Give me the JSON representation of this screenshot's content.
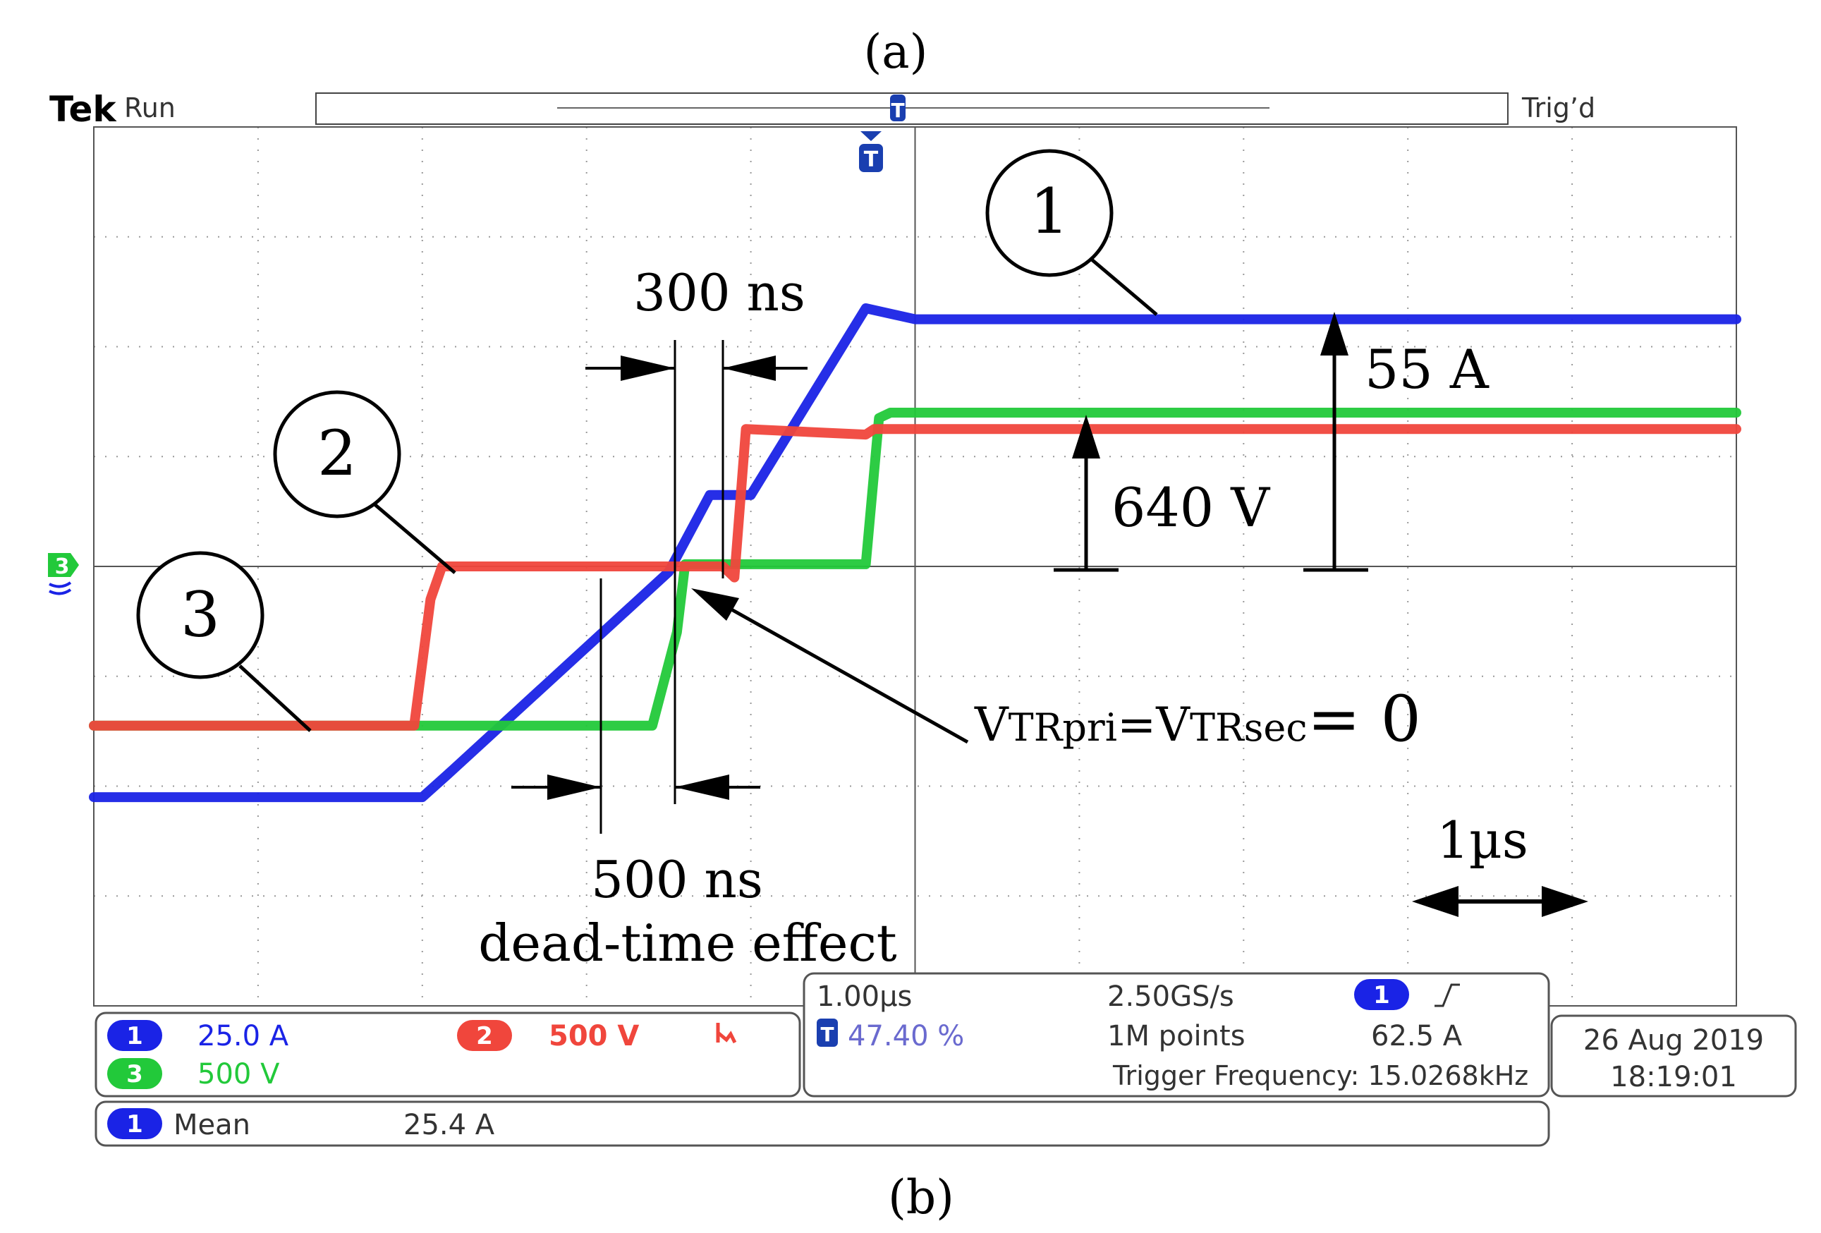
{
  "labels": {
    "top_caption": "(a)",
    "bottom_caption": "(b)"
  },
  "scope": {
    "brand": "Tek",
    "run_state": "Run",
    "trig_status": "Trig’d",
    "trigger_marker": "T",
    "ground_marker": "3",
    "channels": [
      {
        "id": "1",
        "scale": "25.0 A",
        "color": "#1a23e6"
      },
      {
        "id": "2",
        "scale": "500 V",
        "color": "#f0463c",
        "bw_icon": "bandwidth-limit-icon"
      },
      {
        "id": "3",
        "scale": "500 V",
        "color": "#22c93a"
      }
    ],
    "timebase": {
      "time_div": "1.00µs",
      "sample_rate": "2.50GS/s",
      "trigger_position": "47.40 %",
      "record_length": "1M points",
      "trigger_source": "1",
      "trigger_slope_icon": "rising-edge-icon",
      "trigger_level": "62.5 A",
      "trigger_freq": "Trigger Frequency: 15.0268kHz"
    },
    "measurement": {
      "source": "1",
      "name": "Mean",
      "value": "25.4 A"
    },
    "datetime": {
      "date": "26 Aug 2019",
      "time": "18:19:01"
    }
  },
  "annotations": {
    "circle1": "1",
    "circle2": "2",
    "circle3": "3",
    "deadtime_top": "300 ns",
    "deadtime_bottom": "500 ns",
    "deadtime_caption": "dead-time effect",
    "current_step": "55 A",
    "voltage_step": "640 V",
    "zero_label_v1": "V",
    "zero_label_s1": "TRpri",
    "zero_label_eq": "=V",
    "zero_label_s2": "TRsec",
    "zero_label_end": "= 0",
    "time_scale": "1µs"
  },
  "chart_data": {
    "type": "line",
    "x_unit": "µs",
    "xlim": [
      0,
      10
    ],
    "ylim": [
      -4,
      4
    ],
    "grid": true,
    "series": [
      {
        "channel": "1",
        "color": "#1a23e6",
        "x": [
          0,
          2,
          2.15,
          3.5,
          3.75,
          4,
          4.7,
          5,
          10
        ],
        "y": [
          -2.1,
          -2.1,
          -1.9,
          -0.05,
          0.65,
          0.65,
          2.35,
          2.25,
          2.25
        ]
      },
      {
        "channel": "2",
        "color": "#f0463c",
        "x": [
          0,
          1.95,
          2.05,
          2.12,
          3.83,
          3.9,
          3.97,
          4.7,
          4.75,
          10
        ],
        "y": [
          -1.45,
          -1.45,
          -0.3,
          0.0,
          0.0,
          -0.1,
          1.25,
          1.2,
          1.25,
          1.25
        ]
      },
      {
        "channel": "3",
        "color": "#22c93a",
        "x": [
          0,
          3.4,
          3.55,
          3.6,
          4.7,
          4.78,
          4.85,
          10
        ],
        "y": [
          -1.45,
          -1.45,
          -0.6,
          0.02,
          0.02,
          1.35,
          1.4,
          1.4
        ]
      }
    ]
  }
}
